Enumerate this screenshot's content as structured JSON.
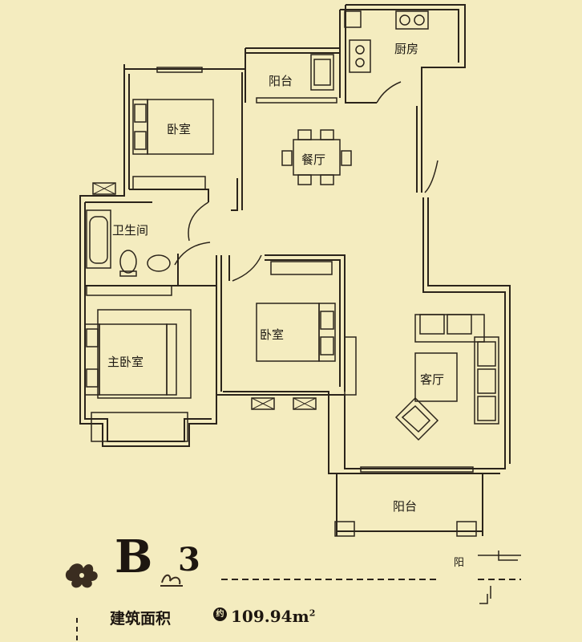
{
  "rooms": {
    "kitchen": "厨房",
    "balcony_top": "阳台",
    "bedroom_top": "卧室",
    "dining": "餐厅",
    "bathroom": "卫生间",
    "master_bedroom": "主卧室",
    "bedroom_middle": "卧室",
    "living_room": "客厅",
    "balcony_bottom": "阳台"
  },
  "unit_type": {
    "letter": "B",
    "number": "3"
  },
  "area": {
    "label": "建筑面积",
    "approx_mark": "约",
    "value": "109.94m",
    "unit_sup": "2"
  },
  "edge_fragment": "阳",
  "colors": {
    "background": "#f4ecbf",
    "wall": "#2b241b",
    "wall_fill": "#fbf6dc"
  }
}
